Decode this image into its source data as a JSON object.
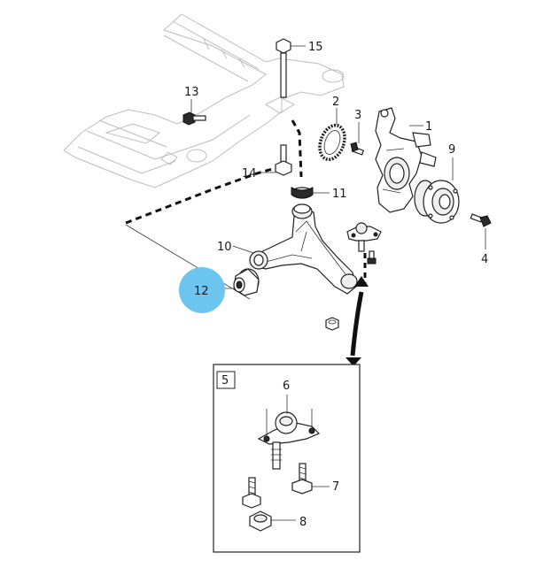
{
  "colors": {
    "highlight": "#6cc5ef",
    "line": "#222222",
    "frame_line": "#bdbdbd"
  },
  "callouts": {
    "c1": "1",
    "c2": "2",
    "c3": "3",
    "c4": "4",
    "c5": "5",
    "c6": "6",
    "c7": "7",
    "c8": "8",
    "c9": "9",
    "c10": "10",
    "c11": "11",
    "c12": "12",
    "c13": "13",
    "c14": "14",
    "c15": "15"
  },
  "selected_callout": "12"
}
